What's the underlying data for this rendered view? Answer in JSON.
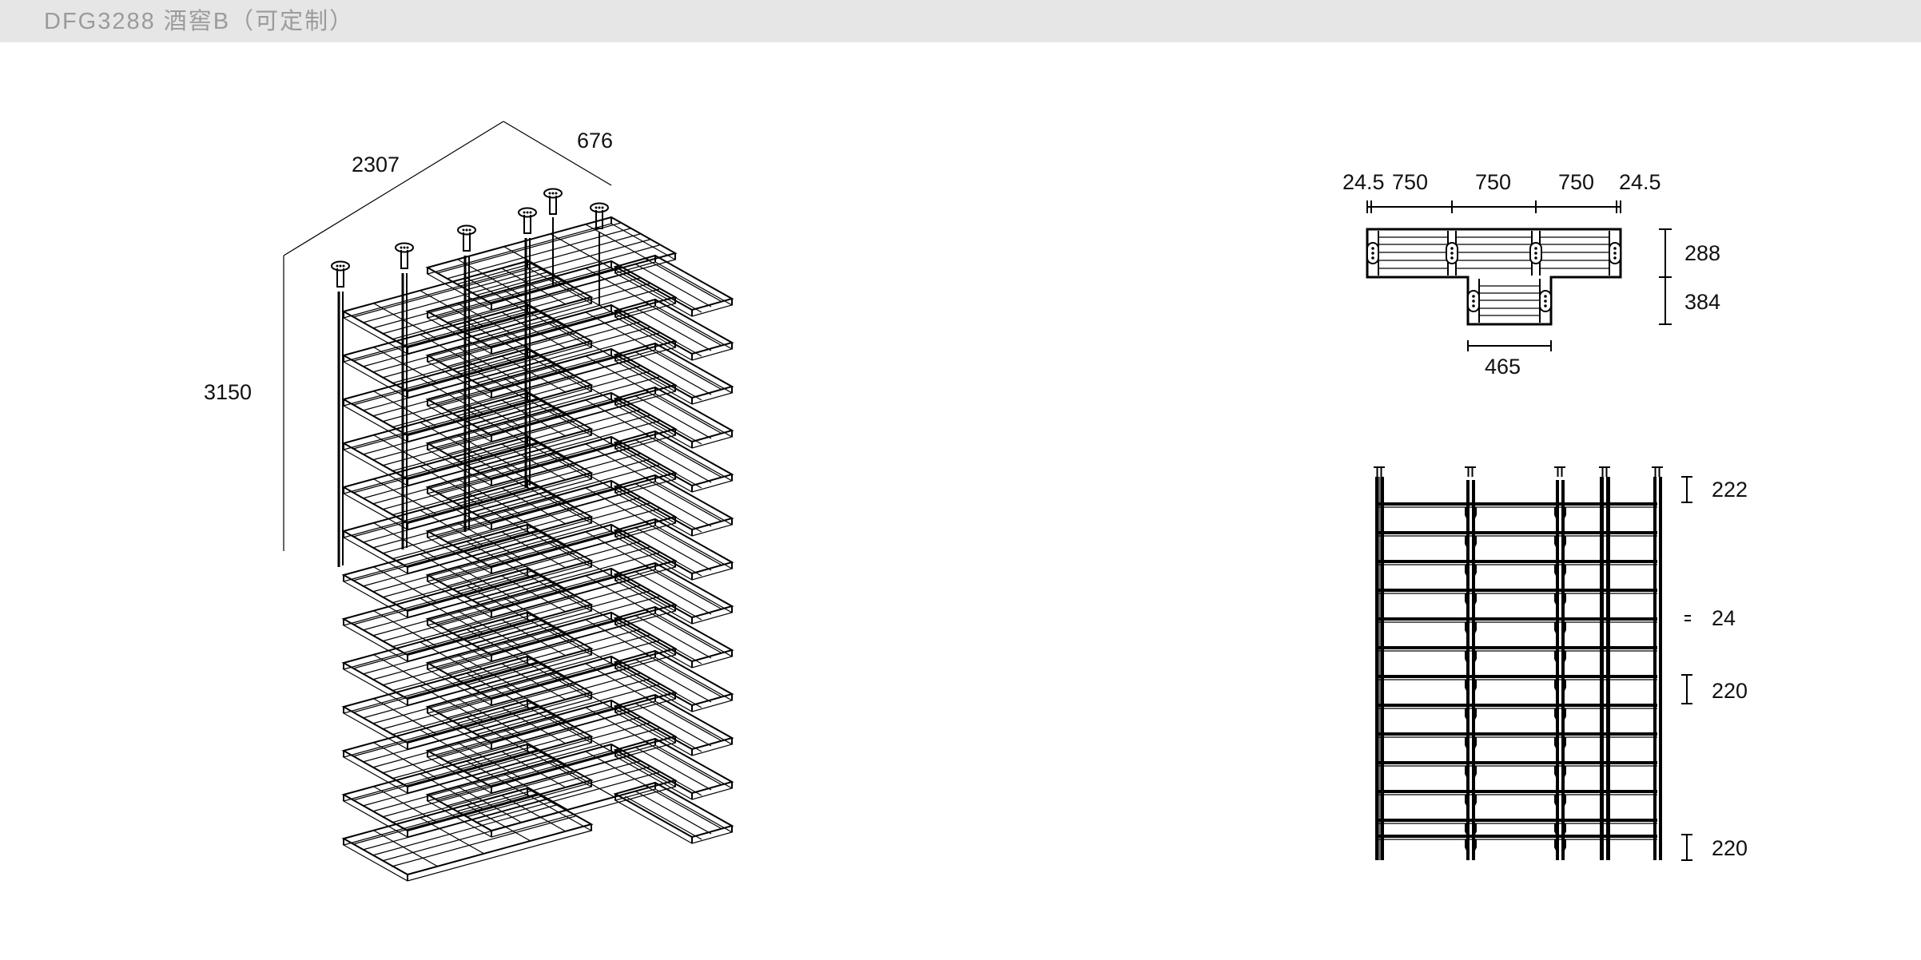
{
  "header": {
    "title": "DFG3288 酒窖B（可定制）",
    "bar_color": "#e6e6e6",
    "text_color": "#9b9b9b"
  },
  "drawing": {
    "line_color": "#000000",
    "background": "#ffffff",
    "product_code": "DFG3288",
    "product_name": "酒窖B（可定制）"
  },
  "isometric_view": {
    "name": "isometric-view",
    "dimensions": {
      "width": "2307",
      "depth": "676",
      "height": "3150"
    }
  },
  "plan_view": {
    "name": "plan-view",
    "top_dimensions": [
      "24.5",
      "750",
      "750",
      "750",
      "24.5"
    ],
    "right_dimensions": [
      "288",
      "384"
    ],
    "bottom_dimension": "465"
  },
  "elevation_view": {
    "name": "elevation-view",
    "right_dimensions": [
      "222",
      "24",
      "220",
      "220"
    ],
    "post_count": 5,
    "shelf_count": 13
  },
  "chart_data": {
    "type": "table",
    "title": "DFG3288 酒窖B（可定制）",
    "overall": {
      "width_mm": 2307,
      "depth_mm": 676,
      "height_mm": 3150
    },
    "plan_bays_mm": [
      24.5,
      750,
      750,
      750,
      24.5
    ],
    "plan_depths_mm": [
      288,
      384
    ],
    "plan_wing_width_mm": 465,
    "elevation_spacings_mm": [
      222,
      24,
      220,
      220
    ]
  }
}
